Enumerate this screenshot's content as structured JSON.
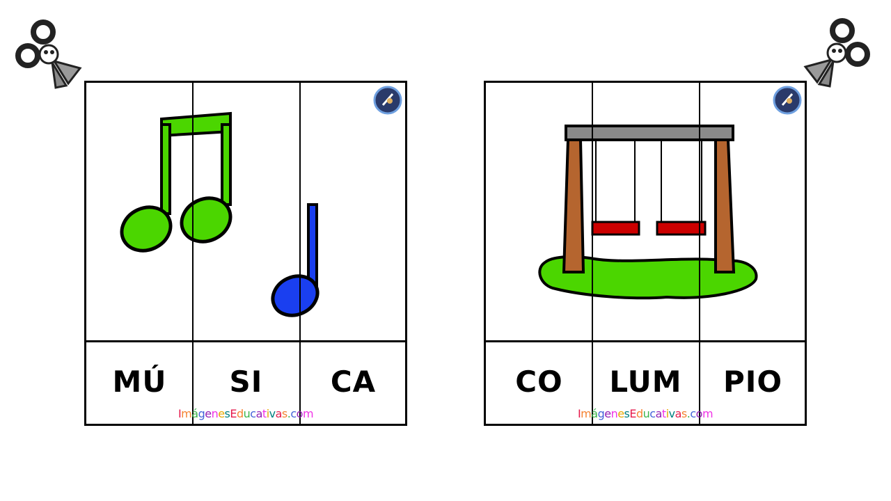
{
  "cards": [
    {
      "picture": "music-notes",
      "syllables": [
        "MÚ",
        "SI",
        "CA"
      ]
    },
    {
      "picture": "swing-set",
      "syllables": [
        "CO",
        "LUM",
        "PIO"
      ]
    }
  ],
  "watermark": "ImágenesEducativas.com",
  "watermark_colors": [
    "#e6194b",
    "#f58231",
    "#3cb44b",
    "#4363d8",
    "#911eb4",
    "#f032e6",
    "#e6a700",
    "#008080"
  ],
  "icons": [
    "scissors-icon",
    "logo-badge-icon"
  ],
  "colors": {
    "note_green": "#4bd600",
    "note_blue": "#1a3ff0",
    "swing_frame": "#8a8a8a",
    "swing_post": "#b5652f",
    "swing_seat": "#cc0000",
    "grass": "#4bd600"
  }
}
